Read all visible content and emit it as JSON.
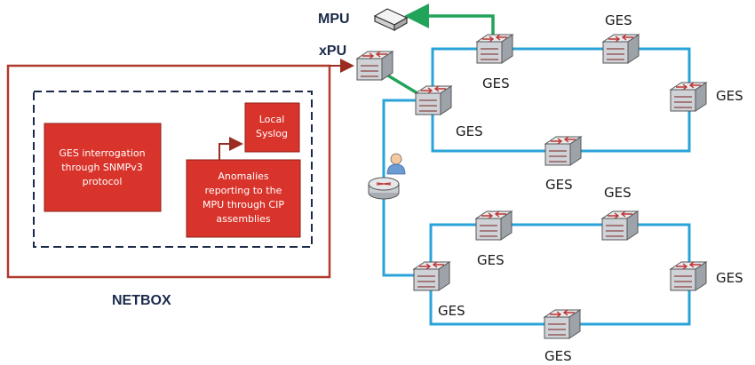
{
  "labels": {
    "mpu": "MPU",
    "xpu": "xPU",
    "netbox": "NETBOX",
    "ges": "GES"
  },
  "boxes": {
    "interrogation": [
      "GES interrogation",
      "through SNMPv3",
      "protocol"
    ],
    "syslog": [
      "Local",
      "Syslog"
    ],
    "anomalies": [
      "Anomalies",
      "reporting to the",
      "MPU through CIP",
      "assemblies"
    ]
  },
  "colors": {
    "red_frame": "#b03a2e",
    "red_box": "#d9342b",
    "ring_line": "#29a3d9",
    "green_link": "#22a35a",
    "dashed": "#1b2a4a"
  },
  "icons": {
    "switch": "network-switch-icon",
    "router": "router-icon",
    "user": "user-icon",
    "mpu": "mpu-device-icon"
  }
}
